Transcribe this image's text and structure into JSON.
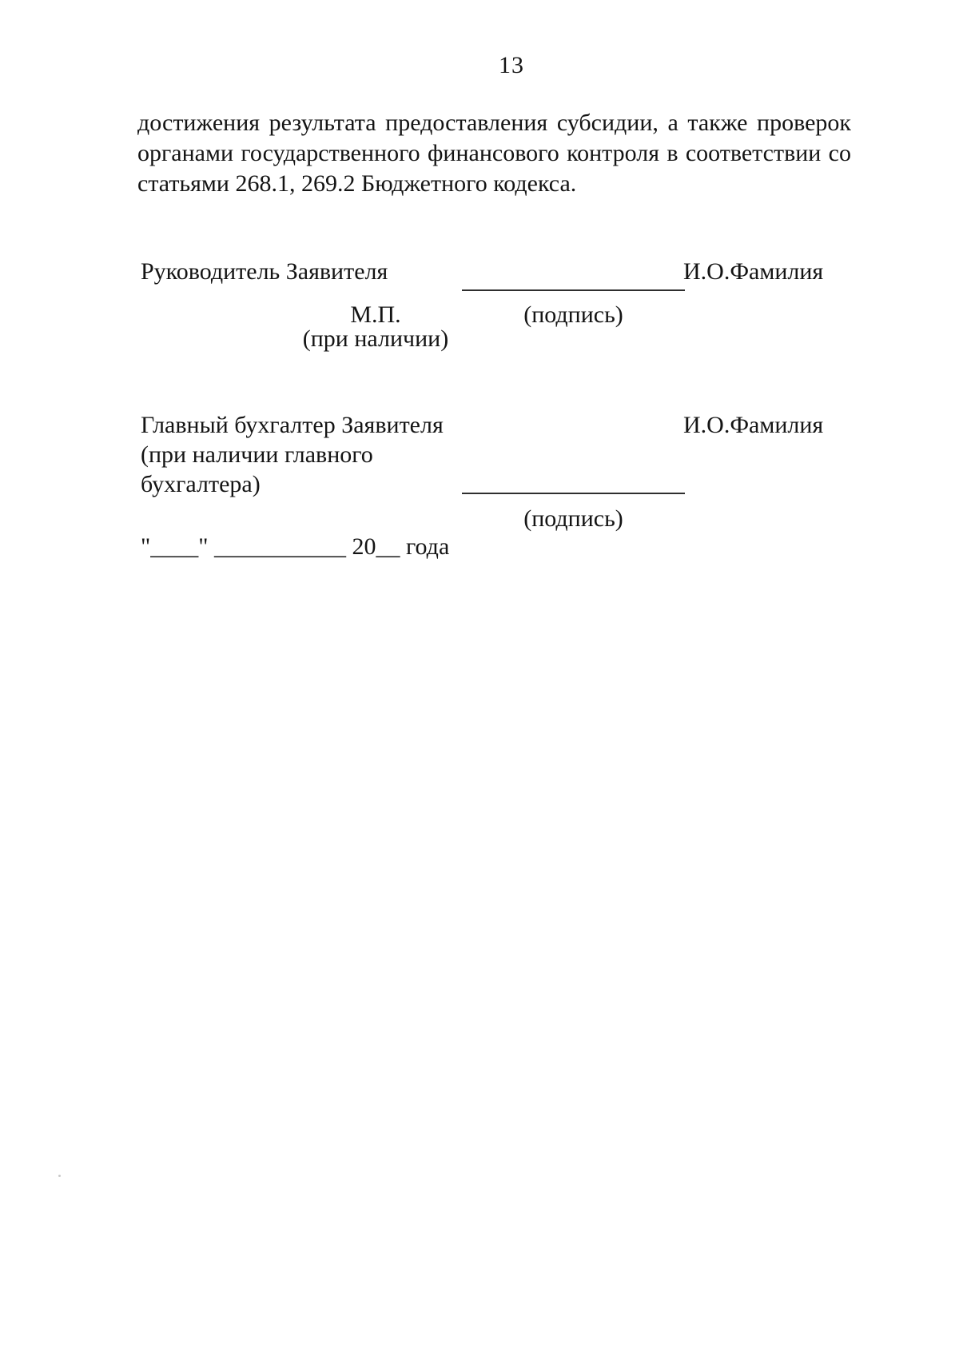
{
  "page": {
    "number": "13"
  },
  "paragraph": {
    "line1": "достижения результата предоставления субсидии, а также проверок",
    "line2": "органами государственного финансового контроля в соответствии со",
    "line3": "статьями 268.1, 269.2 Бюджетного кодекса."
  },
  "signature_block_1": {
    "role": "Руководитель Заявителя",
    "name": "И.О.Фамилия",
    "seal": "М.П.",
    "signature_caption": "(подпись)",
    "seal_note": "(при наличии)"
  },
  "signature_block_2": {
    "role_line1": "Главный бухгалтер Заявителя",
    "role_line2": "(при наличии главного",
    "role_line3": "бухгалтера)",
    "name": "И.О.Фамилия",
    "signature_caption": "(подпись)"
  },
  "date_line": {
    "text": "\"____\" ___________ 20__ года"
  }
}
